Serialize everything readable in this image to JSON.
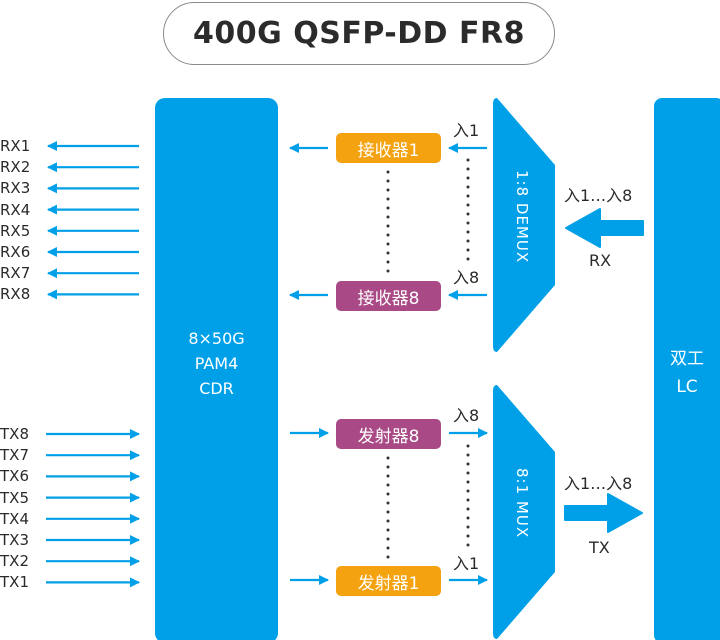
{
  "title": "400G QSFP-DD FR8",
  "colors": {
    "blue": "#00a0e9",
    "orange": "#f4a20f",
    "purple": "#a94a86",
    "text": "#2b2b2b",
    "dots": "#333333"
  },
  "rx_ports": [
    "RX1",
    "RX2",
    "RX3",
    "RX4",
    "RX5",
    "RX6",
    "RX7",
    "RX8"
  ],
  "tx_ports": [
    "TX8",
    "TX7",
    "TX6",
    "TX5",
    "TX4",
    "TX3",
    "TX2",
    "TX1"
  ],
  "cdr_block": {
    "line1": "8×50G",
    "line2": "PAM4",
    "line3": "CDR"
  },
  "receivers": {
    "first": "接收器1",
    "last": "接收器8",
    "first_lambda": "入1",
    "last_lambda": "入8"
  },
  "transmitters": {
    "first": "发射器8",
    "last": "发射器1",
    "first_lambda": "入8",
    "last_lambda": "入1"
  },
  "demux": {
    "label": "1:8 DEMUX"
  },
  "mux": {
    "label": "8:1 MUX"
  },
  "rx_path": {
    "wavelengths": "入1…入8",
    "label": "RX"
  },
  "tx_path": {
    "wavelengths": "入1…入8",
    "label": "TX"
  },
  "lc_block": {
    "line1": "双工",
    "line2": "LC"
  }
}
